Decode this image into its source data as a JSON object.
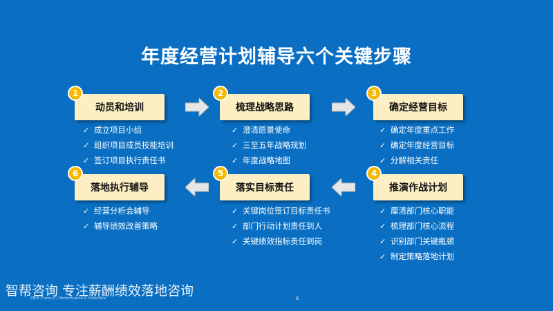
{
  "title": "年度经营计划辅导六个关键步骤",
  "check_glyph": "✓",
  "steps": [
    {
      "num": "1",
      "label": "动员和培训",
      "bullets": [
        "成立项目小组",
        "组织项目成员技能培训",
        "签订项目执行责任书"
      ]
    },
    {
      "num": "2",
      "label": "梳理战略思路",
      "bullets": [
        "澄清愿景使命",
        "三至五年战略规划",
        "年度战略地图"
      ]
    },
    {
      "num": "3",
      "label": "确定经营目标",
      "bullets": [
        "确定年度重点工作",
        "确定年度经营目标",
        "分解相关责任"
      ]
    },
    {
      "num": "4",
      "label": "推演作战计划",
      "bullets": [
        "厘清部门核心职能",
        "梳理部门核心流程",
        "识别部门关键瓶颈",
        "制定策略落地计划"
      ]
    },
    {
      "num": "5",
      "label": "落实目标责任",
      "bullets": [
        "关键岗位签订目标责任书",
        "部门行动计划责任到人",
        "关键绩效指标责任到岗"
      ]
    },
    {
      "num": "6",
      "label": "落地执行辅导",
      "bullets": [
        "经营分析会辅导",
        "辅导绩效改善策略"
      ]
    }
  ],
  "colors": {
    "background": "#0a6fc2",
    "box": "#fdefc3",
    "badge": "#f6b800",
    "arrow": "#e6e6e6"
  },
  "footer": {
    "brand": "智帮咨询 专注薪酬绩效落地咨询",
    "sub": "ZB/X Consult | Performance & Incentive",
    "page": "6"
  }
}
